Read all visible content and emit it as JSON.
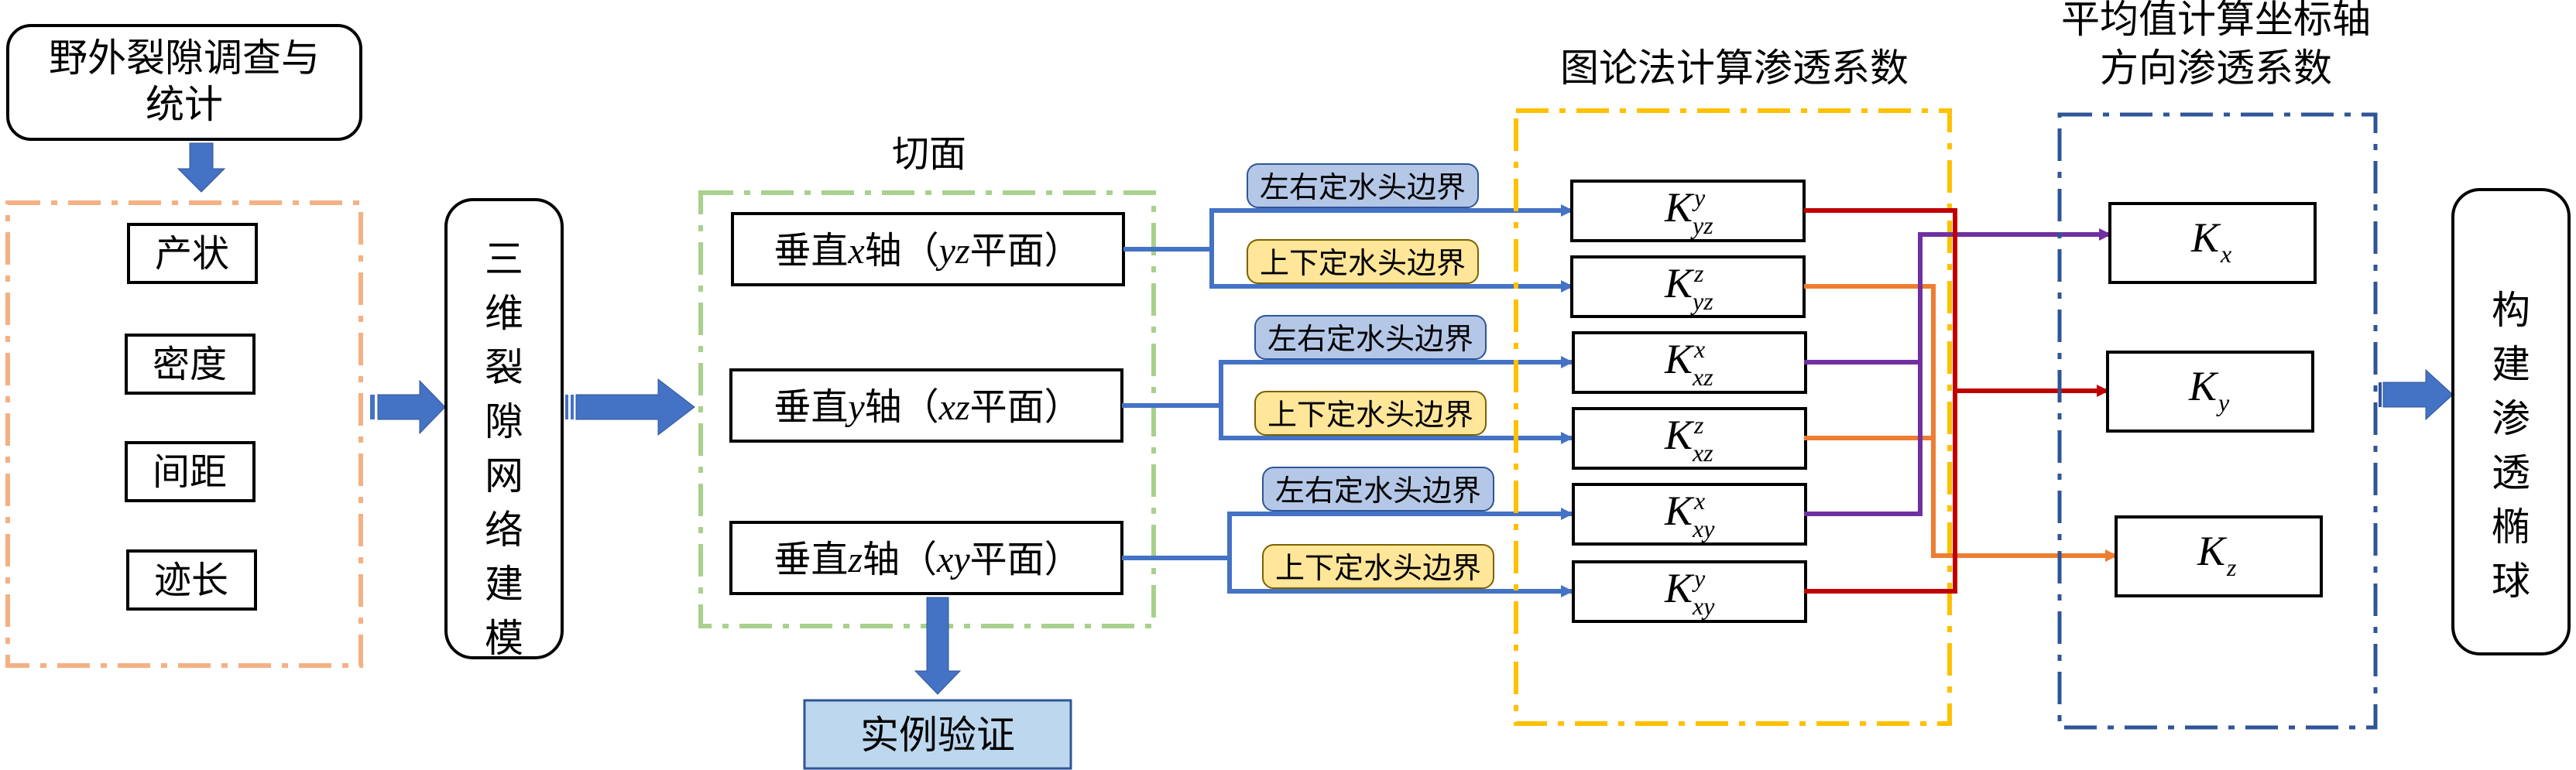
{
  "colors": {
    "arrow_blue": "#4472C4",
    "survey_border": "#F4B183",
    "plane_border": "#A9D18E",
    "graph_border": "#FFC000",
    "avg_border": "#2F5597",
    "link_red": "#C00000",
    "link_orange": "#ED7D31",
    "link_purple": "#7030A0",
    "label_lr_fill": "#B4C7E7",
    "label_ud_fill": "#FFE699",
    "verify_fill": "#BDD7EE"
  },
  "survey": {
    "title_line1": "野外裂隙调查与",
    "title_line2": "统计",
    "attributes": [
      "产状",
      "密度",
      "间距",
      "迹长"
    ]
  },
  "modeling": {
    "label_chars": [
      "三",
      "维",
      "裂",
      "隙",
      "网",
      "络",
      "建",
      "模"
    ]
  },
  "sections": {
    "title": "切面",
    "planes": [
      {
        "prefix": "垂直",
        "axis": "x",
        "mid": "轴（",
        "plane": "yz",
        "suffix": "平面）"
      },
      {
        "prefix": "垂直",
        "axis": "y",
        "mid": "轴（",
        "plane": "xz",
        "suffix": "平面）"
      },
      {
        "prefix": "垂直",
        "axis": "z",
        "mid": "轴（",
        "plane": "xy",
        "suffix": "平面）"
      }
    ],
    "verify_label": "实例验证"
  },
  "boundaries": {
    "lr": "左右定水头边界",
    "ud": "上下定水头边界"
  },
  "graph_method": {
    "title": "图论法计算渗透系数",
    "coefficients": [
      {
        "base": "K",
        "sup": "y",
        "sub": "yz",
        "target": "Ky",
        "color": "red"
      },
      {
        "base": "K",
        "sup": "z",
        "sub": "yz",
        "target": "Kz",
        "color": "orange"
      },
      {
        "base": "K",
        "sup": "x",
        "sub": "xz",
        "target": "Kx",
        "color": "purple"
      },
      {
        "base": "K",
        "sup": "z",
        "sub": "xz",
        "target": "Kz",
        "color": "orange"
      },
      {
        "base": "K",
        "sup": "x",
        "sub": "xy",
        "target": "Kx",
        "color": "purple"
      },
      {
        "base": "K",
        "sup": "y",
        "sub": "xy",
        "target": "Ky",
        "color": "red"
      }
    ]
  },
  "averaging": {
    "title_line1": "平均值计算坐标轴",
    "title_line2": "方向渗透系数",
    "results": [
      {
        "base": "K",
        "sub": "x"
      },
      {
        "base": "K",
        "sub": "y"
      },
      {
        "base": "K",
        "sub": "z"
      }
    ]
  },
  "ellipsoid": {
    "label_chars": [
      "构",
      "建",
      "渗",
      "透",
      "椭",
      "球"
    ]
  }
}
